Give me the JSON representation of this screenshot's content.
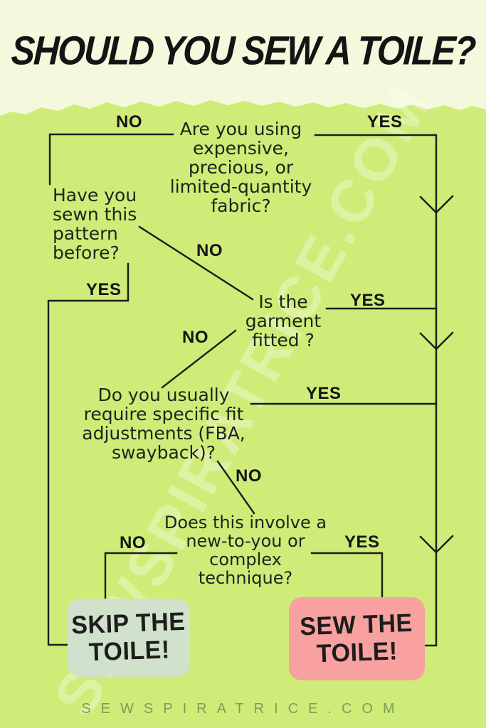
{
  "title": "SHOULD YOU SEW A TOILE?",
  "watermark": "SEWSPIRATRICE.COM",
  "footer": "SEWSPIRATRICE.COM",
  "flowchart": {
    "questions": [
      {
        "id": "fabric",
        "text": "Are you using\nexpensive,\nprecious, or\nlimited-quantity\nfabric?",
        "no_label": "NO",
        "yes_label": "YES"
      },
      {
        "id": "pattern",
        "text": "Have you\nsewn this\npattern\nbefore?",
        "no_label": "NO",
        "yes_label": "YES"
      },
      {
        "id": "fitted",
        "text": "Is the\ngarment\nfitted ?",
        "no_label": "NO",
        "yes_label": "YES"
      },
      {
        "id": "adjustments",
        "text": "Do you usually\nrequire specific fit\nadjustments (FBA,\nswayback)?",
        "no_label": "NO",
        "yes_label": "YES"
      },
      {
        "id": "technique",
        "text": "Does this involve a\nnew-to-you or\ncomplex\ntechnique?",
        "no_label": "NO",
        "yes_label": "YES"
      }
    ],
    "outcomes": {
      "skip": {
        "text": "SKIP THE\nTOILE!"
      },
      "sew": {
        "text": "SEW THE\nTOILE!"
      }
    }
  },
  "colors": {
    "background_cream": "#f4f8dc",
    "background_green": "#cfec78",
    "ink": "#1d1d1b",
    "skip_box": "#d0e2cb",
    "sew_box": "#f8a1a0",
    "footer_text": "#7c9e53",
    "watermark": "rgba(255,255,255,0.32)"
  }
}
